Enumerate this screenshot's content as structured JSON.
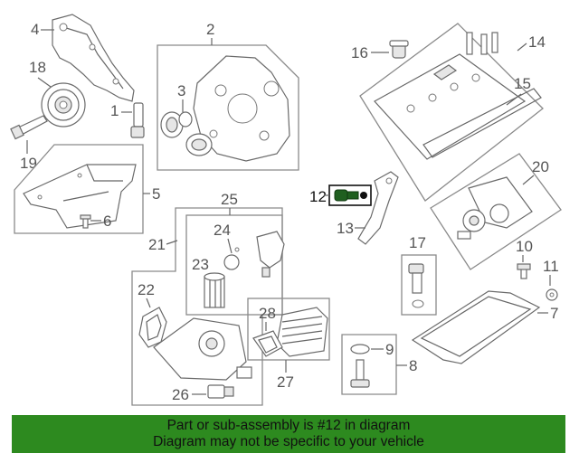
{
  "callouts": {
    "c1": "1",
    "c2": "2",
    "c3": "3",
    "c4": "4",
    "c5": "5",
    "c6": "6",
    "c7": "7",
    "c8": "8",
    "c9": "9",
    "c10": "10",
    "c11": "11",
    "c12": "12",
    "c13": "13",
    "c14": "14",
    "c15": "15",
    "c16": "16",
    "c17": "17",
    "c18": "18",
    "c19": "19",
    "c20": "20",
    "c21": "21",
    "c22": "22",
    "c23": "23",
    "c24": "24",
    "c25": "25",
    "c26": "26",
    "c27": "27",
    "c28": "28"
  },
  "highlight": {
    "part_number": "12",
    "color": "#1f5f1f"
  },
  "banner": {
    "line1": "Part or sub-assembly is #12 in diagram",
    "line2": "Diagram may not be specific to your vehicle",
    "background": "#2d8a1f"
  }
}
